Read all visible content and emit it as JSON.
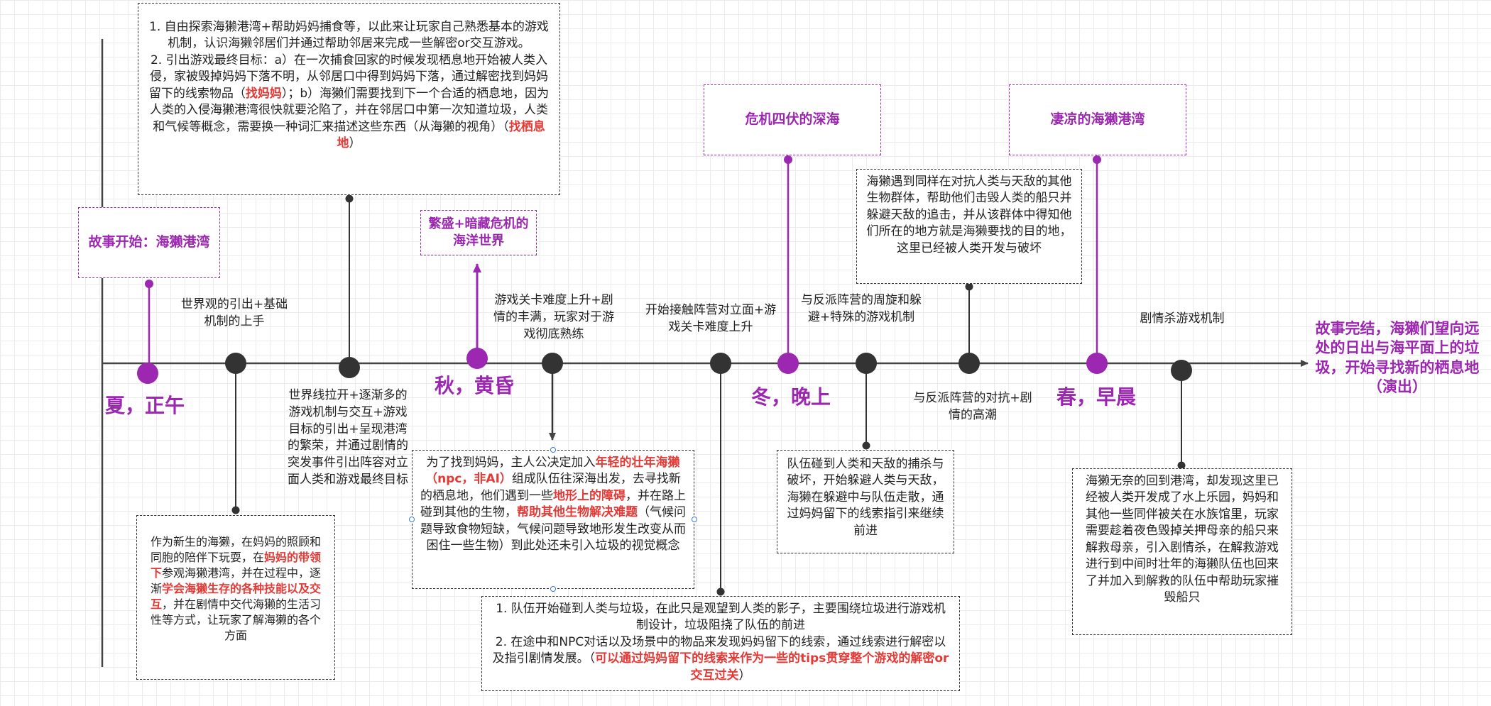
{
  "seasons": {
    "summer": "夏，正午",
    "autumn": "秋，黄昏",
    "winter": "冬，晚上",
    "spring": "春，早晨"
  },
  "headers": {
    "start": "故事开始：海獭港湾",
    "ocean": "繁盛+暗藏危机的海洋世界",
    "deep_sea": "危机四伏的深海",
    "desolate": "凄凉的海獭港湾"
  },
  "labels": {
    "worldview": "世界观的引出+基础机制的上手",
    "mainline": "世界线拉开+逐渐多的游戏机制与交互+游戏目标的引出+呈现港湾的繁荣，并通过剧情的突发事件引出阵容对立面人类和游戏最终目标",
    "difficulty": "游戏关卡难度上升+剧情的丰满，玩家对于游戏彻底熟练",
    "opposing": "开始接触阵营对立面+游戏关卡难度上升",
    "maneuver": "与反派阵营的周旋和躲避+特殊的游戏机制",
    "climax": "与反派阵营的对抗+剧情的高潮",
    "kill": "剧情杀游戏机制"
  },
  "finale": "故事完结，海獭们望向远处的日出与海平面上的垃圾，开始寻找新的栖息地（演出）",
  "boxes": {
    "top": {
      "p1": "1. 自由探索海獭港湾+帮助妈妈捕食等，以此来让玩家自己熟悉基本的游戏机制，认识海獭邻居们并通过帮助邻居来完成一些解密or交互游戏。",
      "p2a": "2. 引出游戏最终目标：a）在一次捕食回家的时候发现栖息地开始被人类入侵，家被毁掉妈妈下落不明，从邻居口中得到妈妈下落，通过解密找到妈妈留下的线索物品（",
      "p2r1": "找妈妈",
      "p2b": "）；b）海獭们需要找到下一个合适的栖息地，因为人类的入侵海獭港湾很快就要沦陷了，并在邻居口中第一次知道垃圾，人类和气候等概念，需要换一种词汇来描述这些东西（从海獭的视角）（",
      "p2r2": "找栖息地",
      "p2c": "）"
    },
    "newborn": {
      "t1": "作为新生的海獭，在妈妈的照顾和同胞的陪伴下玩耍，在",
      "r1": "妈妈的带领下",
      "t2": "参观海獭港湾，并在过程中，逐渐",
      "r2": "学会海獭生存的各种技能以及交互",
      "t3": "，并在剧情中交代海獭的生活习性等方式，让玩家了解海獭的各个方面"
    },
    "team": {
      "t1": "为了找到妈妈，主人公决定加入",
      "r1": "年轻的壮年海獭（npc，非AI）",
      "t2": "组成队伍往深海出发，去寻找新的栖息地，他们遇到一些",
      "r2": "地形上的障碍",
      "t3": "，并在路上碰到其他的生物，",
      "r3": "帮助其他生物解决难题",
      "t4": "（气候问题导致食物短缺，气候问题导致地形发生改变从而困住一些生物）到此处还未引入垃圾的视觉概念"
    },
    "bottom": {
      "p1": "1. 队伍开始碰到人类与垃圾，在此只是观望到人类的影子，主要围绕垃圾进行游戏机制设计，垃圾阻挠了队伍的前进",
      "p2": "2. 在途中和NPC对话以及场景中的物品来发现妈妈留下的线索，通过线索进行解密以及指引剧情发展。（",
      "r1": "可以通过妈妈留下的线索来作为一些的tips贯穿整个游戏的解密or交互过关",
      "p3": "）"
    },
    "captured": "队伍碰到人类和天敌的捕杀与破坏，开始躲避人类与天敌，海獭在躲避中与队伍走散，通过妈妈留下的线索指引来继续前进",
    "allies": "海獭遇到同样在对抗人类与天敌的其他生物群体，帮助他们击毁人类的船只并躲避天敌的追击，并从该群体中得知他们所在的地方就是海獭要找的目的地，这里已经被人类开发与破坏",
    "return": "海獭无奈的回到港湾，却发现这里已经被人类开发成了水上乐园，妈妈和其他一些同伴被关在水族馆里，玩家需要趁着夜色毁掉关押母亲的船只来解救母亲，引入剧情杀，在解救游戏进行到中间时壮年的海獭队伍也回来了并加入到解救的队伍中帮助玩家摧毁船只"
  },
  "colors": {
    "purple": "#9c27b0",
    "red": "#e53935",
    "node": "#333333",
    "line": "#444444"
  }
}
